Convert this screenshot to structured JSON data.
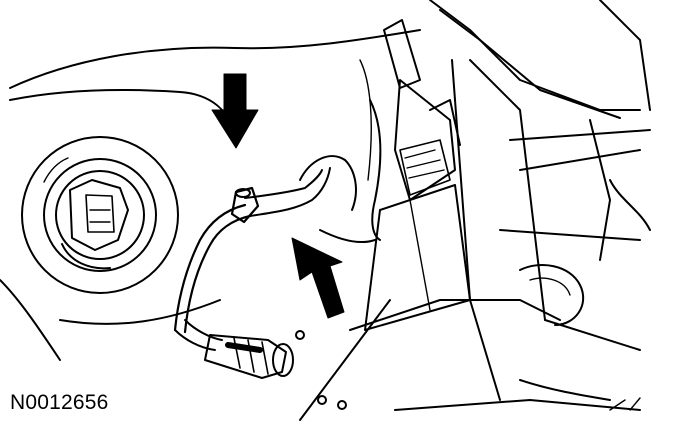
{
  "figure": {
    "id_label": "N0012656",
    "subject": "bulb-socket-connector-and-wiring",
    "callouts": [
      {
        "name": "arrow-down",
        "direction": "down"
      },
      {
        "name": "arrow-up",
        "direction": "up"
      }
    ]
  },
  "colors": {
    "line": "#000000",
    "background": "#ffffff"
  }
}
